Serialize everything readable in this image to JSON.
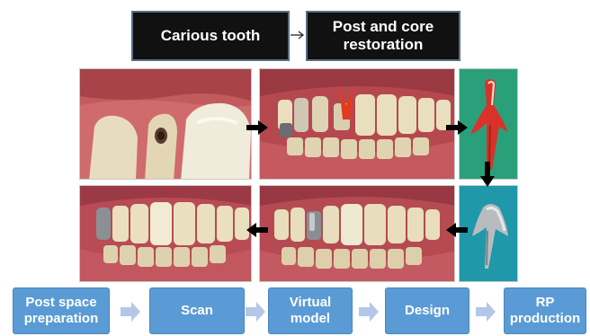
{
  "top": {
    "box1": "Carious tooth",
    "box2": "Post and core\nrestoration"
  },
  "steps": [
    {
      "label": "Post space\npreparation"
    },
    {
      "label": "Scan"
    },
    {
      "label": "Virtual\nmodel"
    },
    {
      "label": "Design"
    },
    {
      "label": "RP\nproduction"
    }
  ],
  "colors": {
    "step_fill": "#5b9bd5",
    "step_arrow": "#b4c7e7",
    "top_box_fill": "#111111",
    "gingiva": "#c85560",
    "tooth": "#ece3c3",
    "post_red": "#e23b22",
    "green_bg": "#2aa07a",
    "teal_bg": "#1f98aa"
  }
}
